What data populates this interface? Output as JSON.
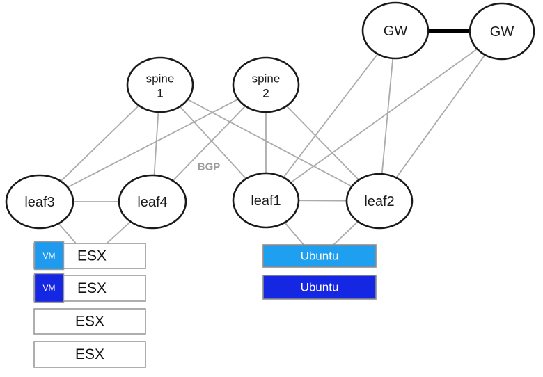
{
  "diagram": {
    "type": "network-topology",
    "nodes": {
      "gw1": {
        "label": "GW"
      },
      "gw2": {
        "label": "GW"
      },
      "spine1": {
        "label_line1": "spine",
        "label_line2": "1"
      },
      "spine2": {
        "label_line1": "spine",
        "label_line2": "2"
      },
      "leaf1": {
        "label": "leaf1"
      },
      "leaf2": {
        "label": "leaf2"
      },
      "leaf3": {
        "label": "leaf3",
        "highlighted": true
      },
      "leaf4": {
        "label": "leaf4"
      }
    },
    "annotations": {
      "bgp": "BGP"
    },
    "servers": {
      "esx": [
        {
          "label": "ESX",
          "vm": "VM",
          "vm_color": "#1E9BEE"
        },
        {
          "label": "ESX",
          "vm": "VM",
          "vm_color": "#1627E4"
        },
        {
          "label": "ESX"
        },
        {
          "label": "ESX"
        }
      ],
      "ubuntu": [
        {
          "label": "Ubuntu",
          "color": "#1E9FEF"
        },
        {
          "label": "Ubuntu",
          "color": "#1627E4"
        }
      ]
    },
    "colors": {
      "leaf3_fill": "#FA28FA",
      "vm_light_blue": "#1E9BEE",
      "vm_dark_blue": "#1627E4",
      "ubuntu_light_blue": "#1E9FEF",
      "ubuntu_dark_blue": "#1627E4",
      "edge_gray": "#ABABAB",
      "node_stroke": "#1A1A1A",
      "gw_link_black": "#000000",
      "bgp_text_gray": "#9B9B9B",
      "node_fill_white": "#FFFFFF"
    },
    "edges": [
      {
        "from": "spine1",
        "to": "leaf1"
      },
      {
        "from": "spine1",
        "to": "leaf2"
      },
      {
        "from": "spine1",
        "to": "leaf3"
      },
      {
        "from": "spine1",
        "to": "leaf4"
      },
      {
        "from": "spine2",
        "to": "leaf1"
      },
      {
        "from": "spine2",
        "to": "leaf2"
      },
      {
        "from": "spine2",
        "to": "leaf3"
      },
      {
        "from": "spine2",
        "to": "leaf4"
      },
      {
        "from": "gw1",
        "to": "leaf1"
      },
      {
        "from": "gw1",
        "to": "leaf2"
      },
      {
        "from": "gw2",
        "to": "leaf1"
      },
      {
        "from": "gw2",
        "to": "leaf2"
      },
      {
        "from": "gw1",
        "to": "gw2",
        "style": "thick-black"
      },
      {
        "from": "leaf3",
        "to": "leaf4"
      },
      {
        "from": "leaf1",
        "to": "leaf2"
      },
      {
        "from": "leaf3",
        "to": "esx1"
      },
      {
        "from": "leaf4",
        "to": "esx1"
      },
      {
        "from": "leaf1",
        "to": "ubuntu1"
      },
      {
        "from": "leaf2",
        "to": "ubuntu1"
      }
    ]
  }
}
